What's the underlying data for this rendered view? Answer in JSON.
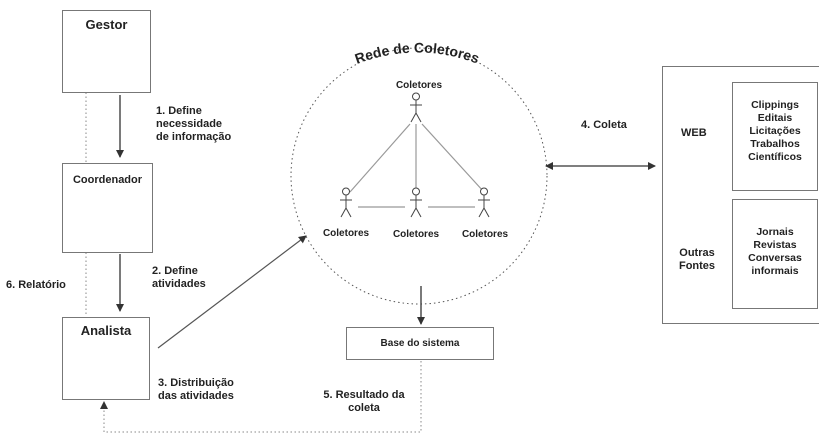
{
  "nodes": {
    "gestor": "Gestor",
    "coordenador": "Coordenador",
    "analista": "Analista",
    "base": "Base do sistema"
  },
  "network": {
    "title": "Rede de Coletores",
    "collector_label": "Coletores"
  },
  "steps": {
    "s1": [
      "1. Define",
      "necessidade",
      "de informação"
    ],
    "s2": [
      "2. Define",
      "atividades"
    ],
    "s3": [
      "3. Distribuição",
      "das atividades"
    ],
    "s4": "4. Coleta",
    "s5": [
      "5. Resultado da",
      "coleta"
    ],
    "s6": "6. Relatório"
  },
  "sources": {
    "web_label": "WEB",
    "web_items": [
      "Clippings",
      "Editais",
      "Licitações",
      "Trabalhos",
      "Científicos"
    ],
    "other_label": [
      "Outras",
      "Fontes"
    ],
    "other_items": [
      "Jornais",
      "Revistas",
      "Conversas",
      "informais"
    ]
  }
}
